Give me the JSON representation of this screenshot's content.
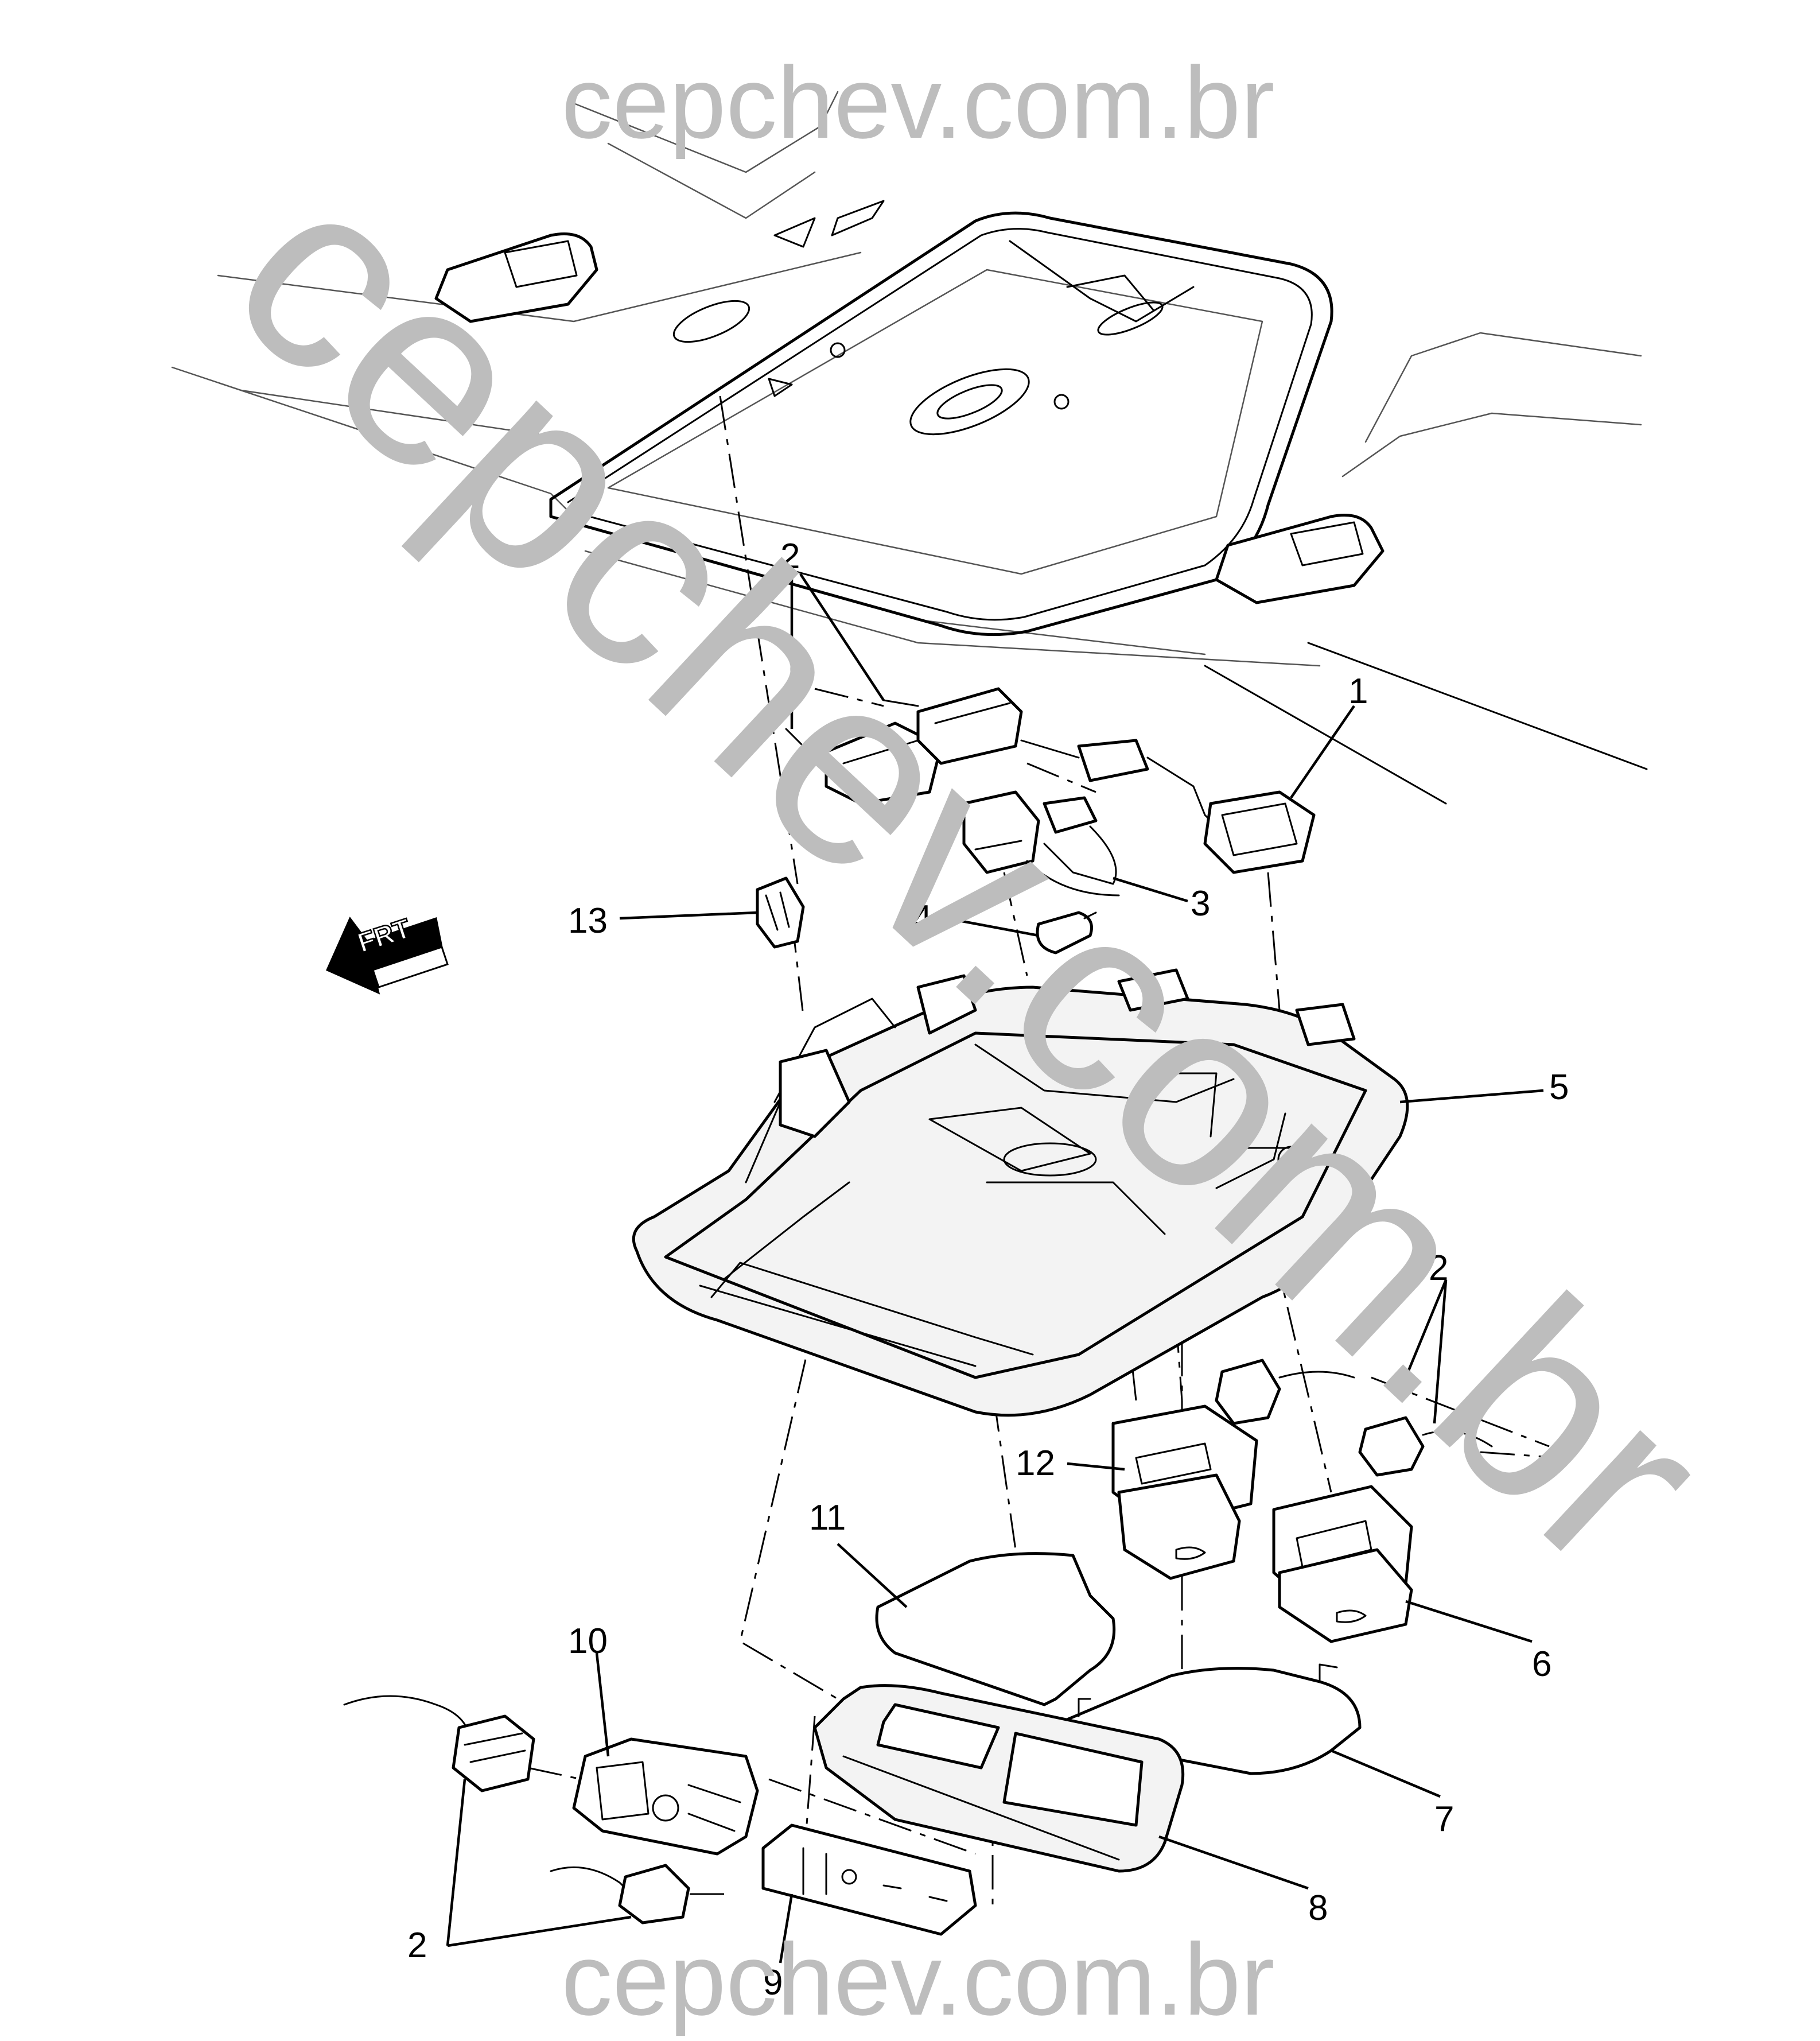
{
  "watermark": {
    "top": "cepchev.com.br",
    "bottom": "cepchev.com.br",
    "diagonal": "cepchev.com.br"
  },
  "orientation_label": "FRT",
  "callouts": {
    "c1": "1",
    "c2a": "2",
    "c2b": "2",
    "c2c": "2",
    "c3": "3",
    "c4": "4",
    "c5": "5",
    "c6": "6",
    "c7": "7",
    "c8": "8",
    "c9": "9",
    "c10": "10",
    "c11": "11",
    "c12": "12",
    "c13": "13"
  }
}
